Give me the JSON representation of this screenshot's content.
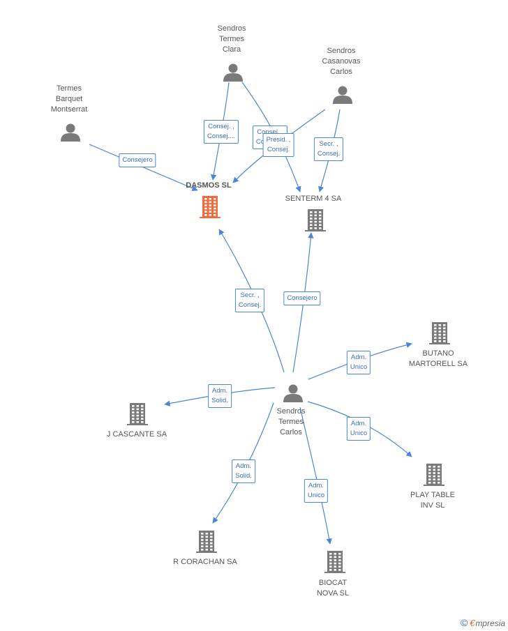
{
  "colors": {
    "edge": "#4a86d4",
    "person": "#7a7a7a",
    "company": "#7a7a7a",
    "focus_company": "#f26a3d"
  },
  "nodes": [
    {
      "id": "dasmos",
      "type": "company",
      "focus": true,
      "label": "DASMOS SL",
      "icon": "building-icon"
    },
    {
      "id": "senterm",
      "type": "company",
      "label": "SENTERM 4 SA",
      "icon": "building-icon"
    },
    {
      "id": "butano",
      "type": "company",
      "label": "BUTANO\nMARTORELL SA",
      "icon": "building-icon"
    },
    {
      "id": "jcascante",
      "type": "company",
      "label": "J CASCANTE SA",
      "icon": "building-icon"
    },
    {
      "id": "playtable",
      "type": "company",
      "label": "PLAY TABLE\nINV SL",
      "icon": "building-icon"
    },
    {
      "id": "rcorachan",
      "type": "company",
      "label": "R CORACHAN SA",
      "icon": "building-icon"
    },
    {
      "id": "biocat",
      "type": "company",
      "label": "BIOCAT\nNOVA SL",
      "icon": "building-icon"
    },
    {
      "id": "tbm",
      "type": "person",
      "label": "Termes\nBarquet\nMontserrat",
      "icon": "person-icon"
    },
    {
      "id": "stc",
      "type": "person",
      "label": "Sendros\nTermes\nClara",
      "icon": "person-icon"
    },
    {
      "id": "scc",
      "type": "person",
      "label": "Sendros\nCasanovas\nCarlos",
      "icon": "person-icon"
    },
    {
      "id": "stcarlos",
      "type": "person",
      "label": "Sendros\nTermes\nCarlos",
      "icon": "person-icon"
    }
  ],
  "relations": [
    {
      "from": "tbm",
      "to": "dasmos",
      "label": "Consejero"
    },
    {
      "from": "stc",
      "to": "dasmos",
      "label": "Consej. ,\nConsej...."
    },
    {
      "from": "stc",
      "to": "senterm",
      "label": "Consej. ,\nConsej...."
    },
    {
      "from": "scc",
      "to": "dasmos",
      "label": "Presid. ,\nConsej."
    },
    {
      "from": "scc",
      "to": "senterm",
      "label": "Secr. ,\nConsej."
    },
    {
      "from": "stcarlos",
      "to": "dasmos",
      "label": "Secr. ,\nConsej."
    },
    {
      "from": "stcarlos",
      "to": "senterm",
      "label": "Consejero"
    },
    {
      "from": "stcarlos",
      "to": "butano",
      "label": "Adm.\nUnico"
    },
    {
      "from": "stcarlos",
      "to": "jcascante",
      "label": "Adm.\nSolid."
    },
    {
      "from": "stcarlos",
      "to": "playtable",
      "label": "Adm.\nUnico"
    },
    {
      "from": "stcarlos",
      "to": "rcorachan",
      "label": "Adm.\nSolid."
    },
    {
      "from": "stcarlos",
      "to": "biocat",
      "label": "Adm.\nUnico"
    }
  ],
  "footer": {
    "symbol": "©",
    "brand_initial": "€",
    "brand_rest": "mpresia"
  }
}
